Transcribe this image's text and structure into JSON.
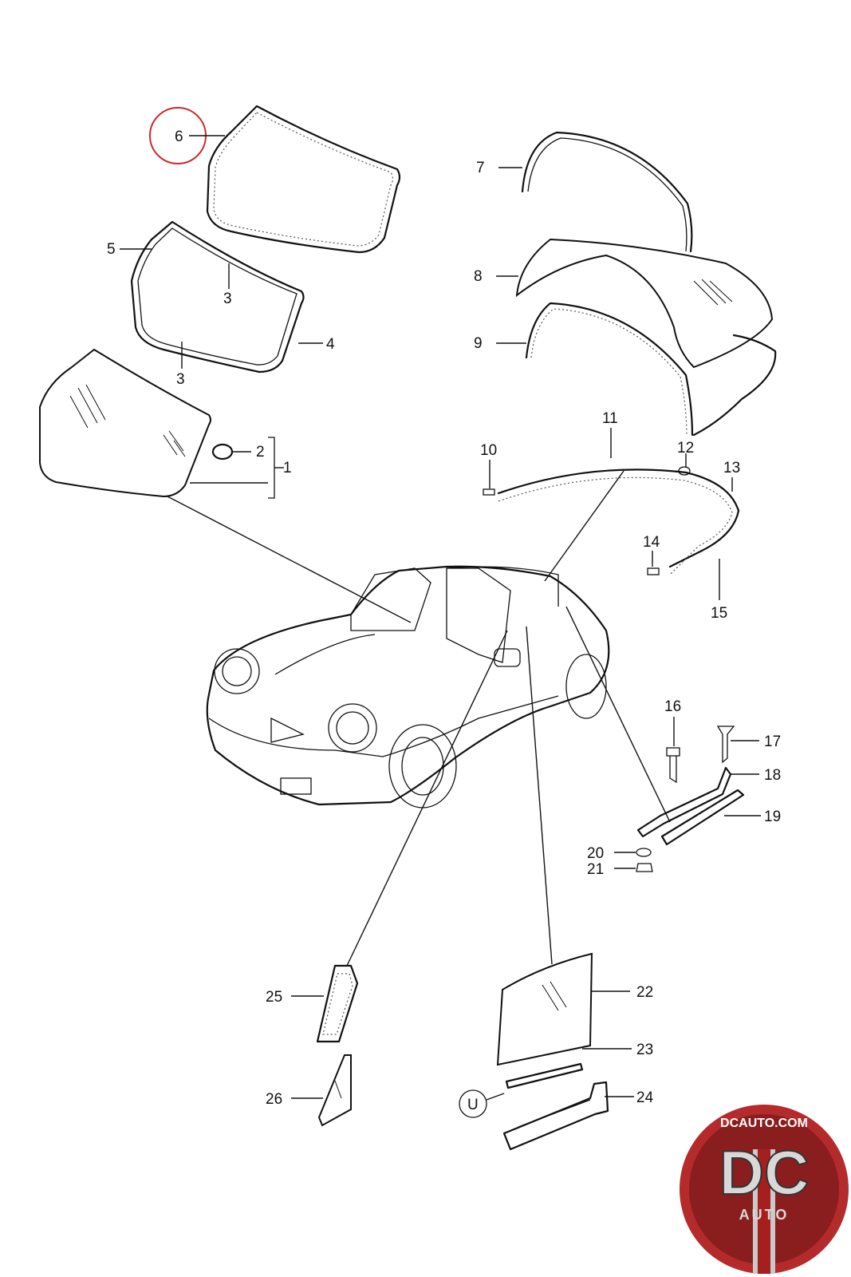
{
  "callouts": {
    "c1": "1",
    "c2": "2",
    "c3a": "3",
    "c3b": "3",
    "c4": "4",
    "c5": "5",
    "c6": "6",
    "c7": "7",
    "c8": "8",
    "c9": "9",
    "c10": "10",
    "c11": "11",
    "c12": "12",
    "c13": "13",
    "c14": "14",
    "c15": "15",
    "c16": "16",
    "c17": "17",
    "c18": "18",
    "c19": "19",
    "c20": "20",
    "c21": "21",
    "c22": "22",
    "c23": "23",
    "c24": "24",
    "c25": "25",
    "c26": "26",
    "cU": "U"
  },
  "highlight": {
    "label": "6",
    "color": "#cc2a2a"
  },
  "logo": {
    "url_text": "DCAUTO.COM",
    "mark": "DC",
    "sub": "AUTO",
    "colors": {
      "ring": "#b52a2a",
      "inner": "#8a1e1e",
      "silver": "#c9c9c9",
      "stripe": "#a51f1f"
    }
  }
}
